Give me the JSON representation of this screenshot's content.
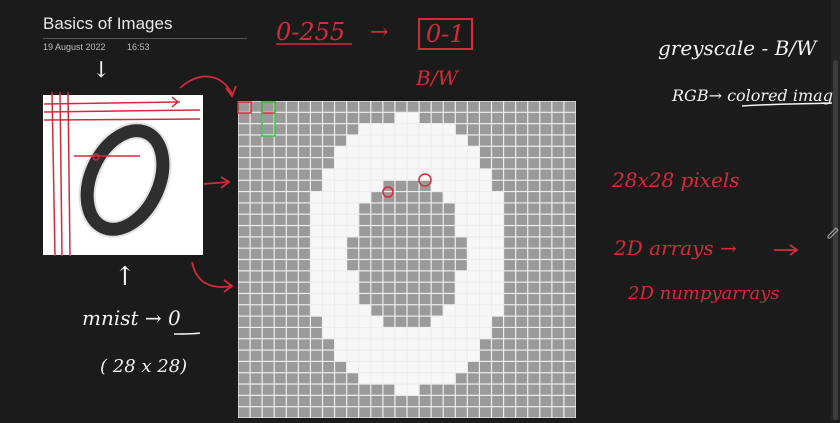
{
  "page": {
    "title": "Basics of Images",
    "date": "19 August 2022",
    "time": "16:53"
  },
  "notes": {
    "range": "0-255",
    "range_arrow": "→",
    "normalized": "0-1",
    "bw": "B/W",
    "greyscale": "greyscale - B/W",
    "rgb": "RGB→ colored imag",
    "pixels": "28x28 pixels",
    "arrays_2d": "2D arrays →",
    "numpy_2d": "2D numpyarrays",
    "mnist": "mnist → 0",
    "size": "( 28 x 28)",
    "up_arrow": "↑",
    "down_arrow": "↓"
  },
  "colors": {
    "ink_red": "#d62a3a",
    "ink_white": "#f2f2f2",
    "highlight_green": "#2ecc40"
  },
  "icons": {
    "pen": "pen-icon"
  }
}
